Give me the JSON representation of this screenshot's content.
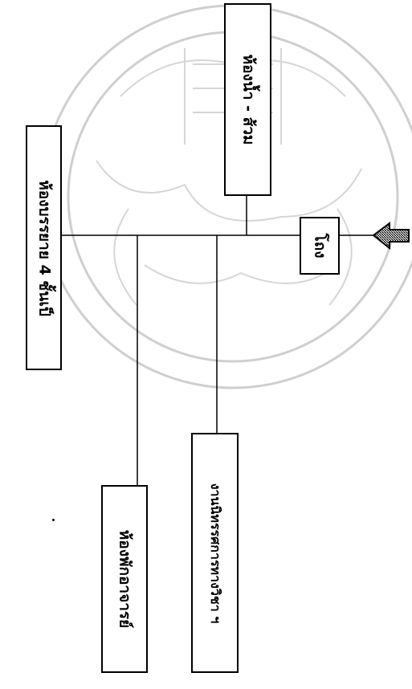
{
  "diagram": {
    "nodes": {
      "lecture_room": "ห้องบรรยาย 4 ชั้นเป็",
      "restroom": "ห้องน้ำ - ส้วม",
      "hall": "โถง",
      "teacher_room": "ห้องพักอาจารย์",
      "exhibition": "งานนิทรรศการทางวิชา ฯ"
    },
    "entry_arrow": "entrance-arrow",
    "colors": {
      "stroke": "#000000",
      "watermark": "#c9c9c9"
    }
  }
}
